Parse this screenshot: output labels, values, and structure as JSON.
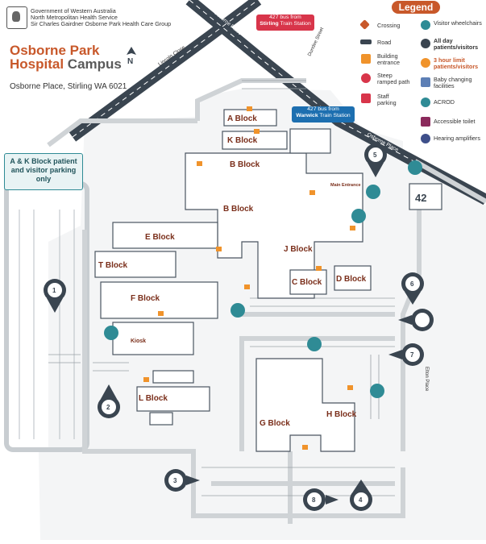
{
  "header": {
    "gov_line1": "Government of Western Australia",
    "gov_line2": "North Metropolitan Health Service",
    "gov_line3": "Sir Charles Gairdner Osborne Park Health Care Group",
    "title_1": "Osborne Park",
    "title_2": "Hospital",
    "title_3": "Campus",
    "address": "Osborne Place, Stirling WA 6021"
  },
  "legend": {
    "title": "Legend",
    "items": [
      {
        "label": "Crossing",
        "icon": "crossing-icon"
      },
      {
        "label": "Road",
        "icon": "road-icon"
      },
      {
        "label": "Building entrance",
        "icon": "building-entrance-icon"
      },
      {
        "label": "Steep ramped path",
        "icon": "steep-ramp-icon"
      },
      {
        "label": "Staff parking",
        "icon": "staff-parking-icon"
      },
      {
        "label": "Visitor wheelchairs",
        "icon": "wheelchair-icon"
      },
      {
        "label": "All day patients/visitors",
        "icon": "all-day-parking-icon"
      },
      {
        "label": "3 hour limit patients/visitors",
        "icon": "three-hour-parking-icon"
      },
      {
        "label": "Baby changing facilities",
        "icon": "baby-changing-icon"
      },
      {
        "label": "ACROD",
        "icon": "acrod-icon"
      },
      {
        "label": "Accessible toilet",
        "icon": "accessible-toilet-icon"
      },
      {
        "label": "Hearing amplifiers",
        "icon": "hearing-amplifier-icon"
      }
    ],
    "colors": {
      "accent": "#c8582a",
      "teal": "#2f8b95",
      "road": "#3a4550",
      "path": "#cfd3d6",
      "purple": "#8b2a5c",
      "building": "#ffffff"
    }
  },
  "callout": {
    "text": "A & K Block patient and visitor parking only"
  },
  "bus": [
    {
      "route": "427 bus from",
      "stop": "Stirling",
      "suffix": "Train Station",
      "color": "#d8354a"
    },
    {
      "route": "427 bus from",
      "stop": "Warwick",
      "suffix": "Train Station",
      "color": "#1d6fb0"
    }
  ],
  "streets": {
    "osborne_place_1": "Osborne Place",
    "osborne_place_2": "Osborne Place",
    "lincoln_close": "Lincoln Close",
    "dundee_street": "Dundee Street",
    "elton_place": "Elton Place"
  },
  "blocks": {
    "a": "A Block",
    "k": "K Block",
    "b1": "B Block",
    "b2": "B Block",
    "e": "E Block",
    "t": "T Block",
    "f": "F Block",
    "j": "J Block",
    "c": "C Block",
    "d": "D Block",
    "g": "G Block",
    "h": "H Block",
    "l": "L Block",
    "kiosk": "Kiosk",
    "main_entrance": "Main Entrance",
    "bldg42": "42"
  },
  "car_parks": [
    "1",
    "2",
    "3",
    "4",
    "5",
    "6",
    "7",
    "8"
  ],
  "north_label": "N"
}
